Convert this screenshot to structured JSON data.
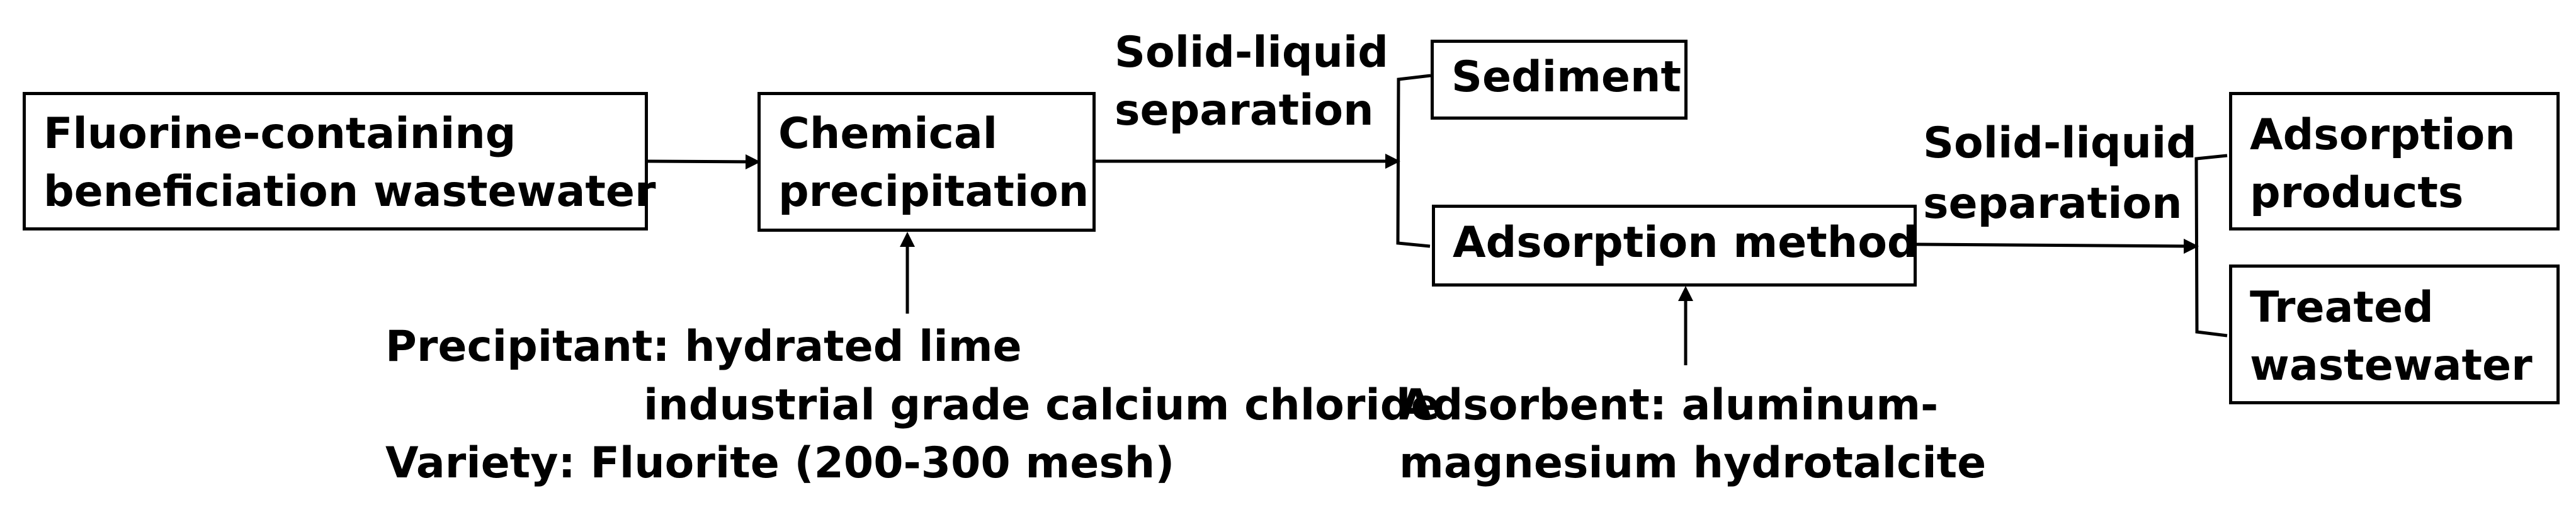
{
  "diagram": {
    "nodes": {
      "wastewater": {
        "line1": "Fluorine-containing",
        "line2": "beneficiation wastewater"
      },
      "chem_precip": {
        "line1": "Chemical",
        "line2": "precipitation"
      },
      "sediment": {
        "label": "Sediment"
      },
      "adsorption_method": {
        "label": "Adsorption method"
      },
      "adsorption_products": {
        "line1": "Adsorption",
        "line2": "products"
      },
      "treated_wastewater": {
        "line1": "Treated",
        "line2": "wastewater"
      }
    },
    "labels": {
      "separation_1": {
        "line1": "Solid-liquid",
        "line2": "separation"
      },
      "separation_2": {
        "line1": "Solid-liquid",
        "line2": "separation"
      },
      "precipitant_1": "Precipitant: hydrated lime",
      "precipitant_2": "industrial grade calcium chloride",
      "variety": "Variety: Fluorite (200-300 mesh)",
      "adsorbent_1": "Adsorbent: aluminum-",
      "adsorbent_2": "magnesium hydrotalcite"
    }
  }
}
